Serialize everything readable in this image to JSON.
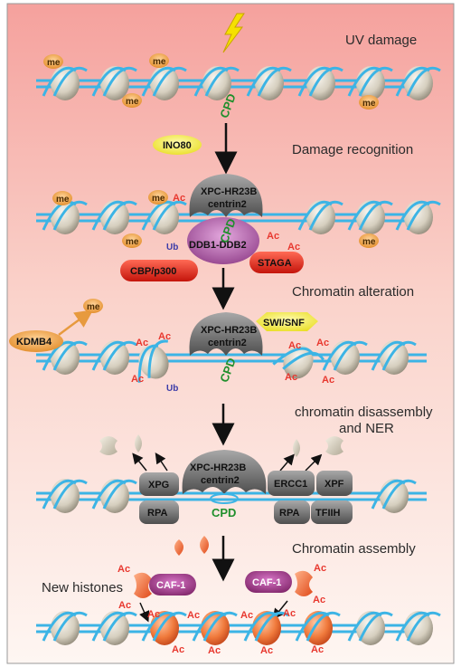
{
  "stages": {
    "uv_damage": "UV damage",
    "damage_recognition": "Damage recognition",
    "chromatin_alteration": "Chromatin alteration",
    "disassembly_line1": "chromatin disassembly",
    "disassembly_line2": "and NER",
    "chromatin_assembly": "Chromatin assembly"
  },
  "proteins": {
    "ino80": "INO80",
    "xpc_line1": "XPC-HR23B",
    "xpc_line2": "centrin2",
    "ddb": "DDB1-DDB2",
    "cbp": "CBP/p300",
    "staga": "STAGA",
    "swi_snf": "SWI/SNF",
    "kdmb4": "KDMB4",
    "xpg": "XPG",
    "rpa": "RPA",
    "ercc1": "ERCC1",
    "xpf": "XPF",
    "tfiih": "TFIIH",
    "caf1": "CAF-1"
  },
  "marks": {
    "me": "me",
    "ac": "Ac",
    "ub": "Ub",
    "cpd": "CPD"
  },
  "labels": {
    "new_histones": "New histones"
  },
  "colors": {
    "bg_top": "#f6a9a4",
    "bg_bottom": "#fdf3ef",
    "dna": "#3cb4e5",
    "histone": "#d9d2c3",
    "gray_protein": "#6f6f6f",
    "purple": "#b35aa8",
    "red": "#e3261c",
    "yellow": "#f4ee46",
    "orange": "#f0a244",
    "cpd_green": "#1f8f2c",
    "acetyl": "#e8382f",
    "ubiquitin": "#3b3ba8"
  },
  "icons": [
    "lightning-icon",
    "arrow-icon",
    "nucleosome-icon"
  ]
}
